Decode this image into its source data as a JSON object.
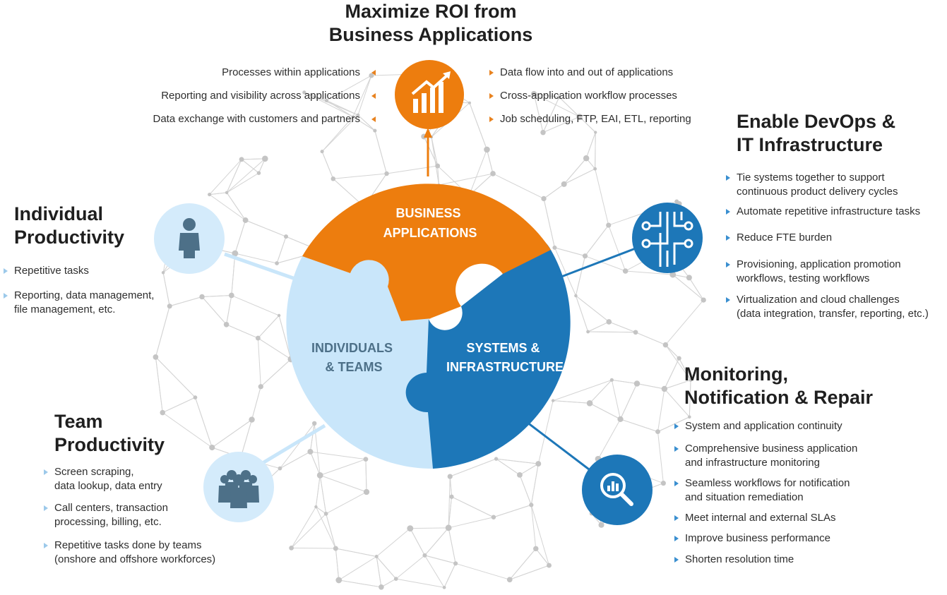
{
  "title": [
    "Maximize ROI from",
    "Business Applications"
  ],
  "top_left_items": [
    "Processes within applications",
    "Reporting and visibility across applications",
    "Data exchange with customers and partners"
  ],
  "top_right_items": [
    "Data flow into and out of applications",
    "Cross-application workflow processes",
    "Job scheduling, FTP, EAI, ETL, reporting"
  ],
  "devops": {
    "heading": [
      "Enable DevOps &",
      "IT Infrastructure"
    ],
    "items": [
      [
        "Tie systems together to support",
        "continuous product delivery cycles"
      ],
      [
        "Automate repetitive infrastructure tasks"
      ],
      [
        "Reduce FTE burden"
      ],
      [
        "Provisioning, application promotion",
        "workflows, testing workflows"
      ],
      [
        "Virtualization and cloud challenges",
        "(data integration, transfer, reporting, etc.)"
      ]
    ]
  },
  "individual": {
    "heading": [
      "Individual",
      "Productivity"
    ],
    "items": [
      [
        "Repetitive tasks"
      ],
      [
        "Reporting, data management,",
        "file management, etc."
      ]
    ]
  },
  "team": {
    "heading": [
      "Team",
      "Productivity"
    ],
    "items": [
      [
        "Screen scraping,",
        "data lookup, data entry"
      ],
      [
        "Call centers, transaction",
        "processing, billing, etc."
      ],
      [
        "Repetitive tasks done by teams",
        "(onshore and offshore workforces)"
      ]
    ]
  },
  "monitoring": {
    "heading": [
      "Monitoring,",
      "Notification & Repair"
    ],
    "items": [
      [
        "System and application continuity"
      ],
      [
        "Comprehensive business application",
        "and infrastructure monitoring"
      ],
      [
        "Seamless workflows for notification",
        "and situation remediation"
      ],
      [
        "Meet internal and external SLAs"
      ],
      [
        "Improve business performance"
      ],
      [
        "Shorten resolution time"
      ]
    ]
  },
  "puzzle": {
    "business": [
      "BUSINESS",
      "APPLICATIONS"
    ],
    "individuals": [
      "INDIVIDUALS",
      "& TEAMS"
    ],
    "systems": [
      "SYSTEMS &",
      "INFRASTRUCTURE"
    ]
  },
  "icons": {
    "business": "chart-growth-icon",
    "devops": "circuit-icon",
    "individual": "person-icon",
    "team": "group-icon",
    "monitoring": "magnifier-chart-icon"
  },
  "colors": {
    "orange": "#ed7d0e",
    "blue": "#1d77b8",
    "light_blue": "#c9e6fa",
    "icon_light": "#d4ebfb",
    "icon_person": "#4d7088",
    "network_line": "#d4d4d4",
    "network_node": "#c4c4c4"
  }
}
